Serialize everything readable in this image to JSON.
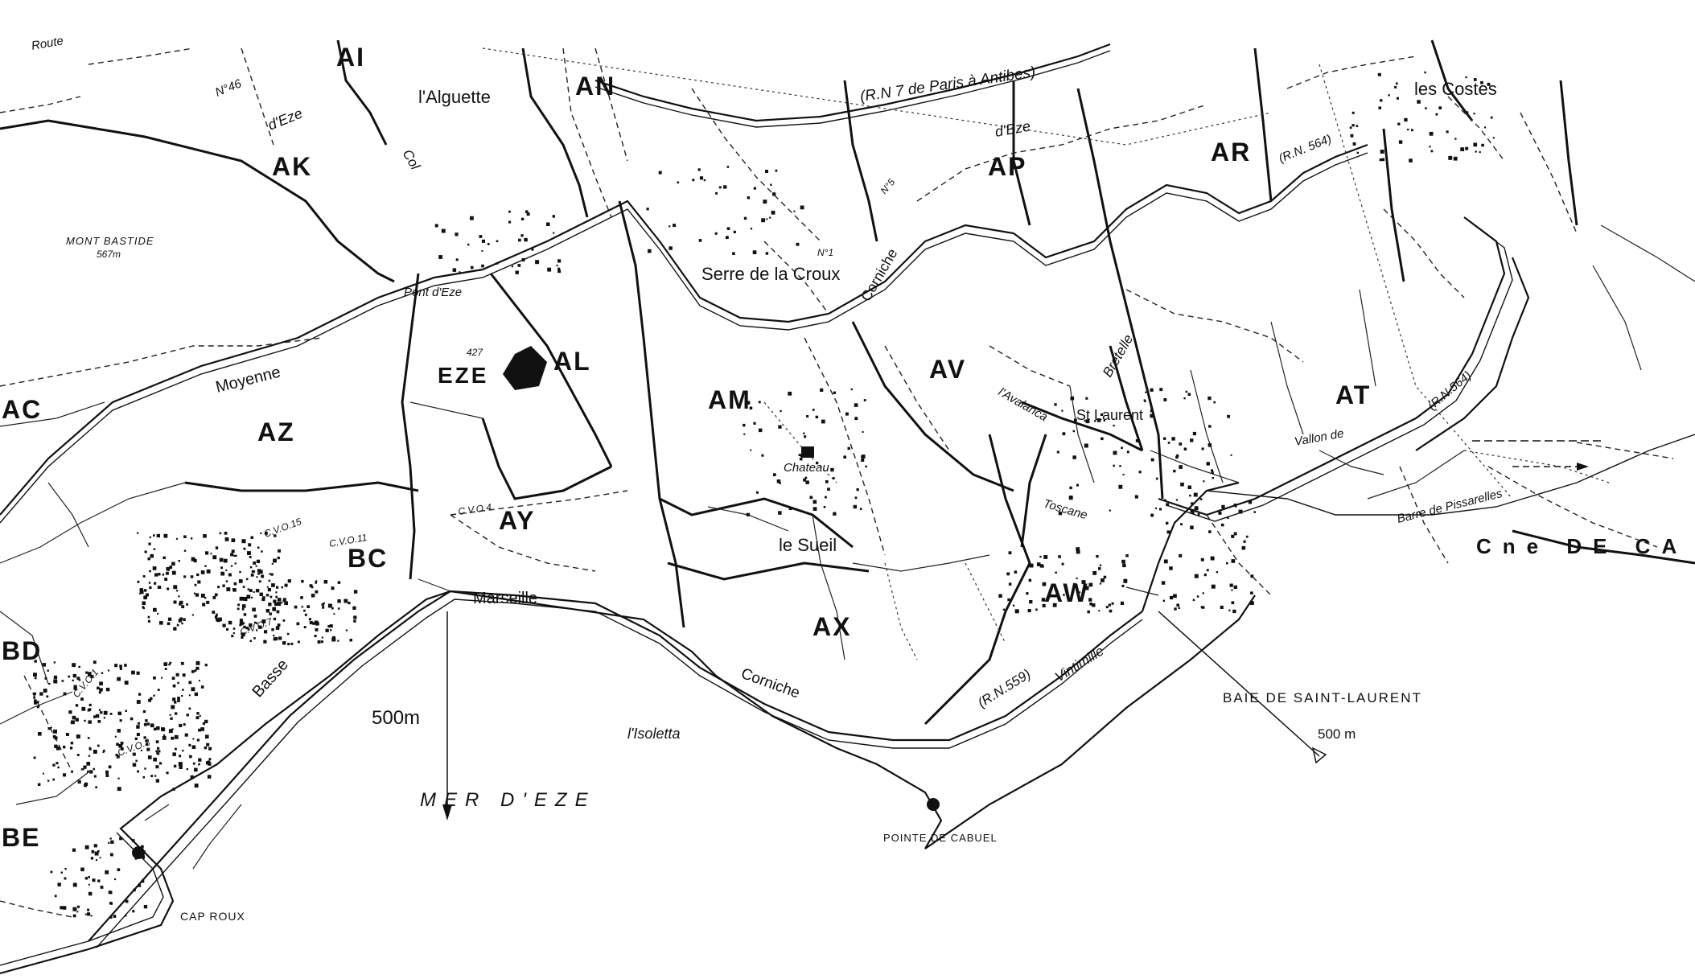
{
  "map": {
    "sections": [
      "AI",
      "AN",
      "AK",
      "AP",
      "AR",
      "AL",
      "AM",
      "AV",
      "AT",
      "AC",
      "AZ",
      "AY",
      "BC",
      "AX",
      "AW",
      "BD",
      "BE"
    ],
    "places": {
      "alguette": "l'Alguette",
      "eze": "EZE",
      "serre_croux": "Serre de la Croux",
      "chateau": "Chateau",
      "le_sueil": "le Sueil",
      "st_laurent": "St Laurent",
      "les_costes": "les Costes",
      "isoletta": "l'Isoletta",
      "mont_bastide": "MONT BASTIDE",
      "mont_bastide_alt": "567m",
      "alt_427": "427",
      "pont_eze": "Pont d'Eze",
      "pointe_cabuel": "POINTE DE CABUEL",
      "caproux": "CAP ROUX",
      "baie": "BAIE DE SAINT-LAURENT",
      "mer": "MER D'EZE",
      "commune": "Cne DE CA"
    },
    "roads": {
      "rn7": "(R.N 7 de Paris à Antibes)",
      "rn564": "(R.N. 564)",
      "rn564b": "(R.N.564)",
      "rn559": "(R.N.559)",
      "vintimille": "Vintimille",
      "marseille": "Marseille",
      "corniche": "Corniche",
      "corniche2": "Corniche",
      "moyenne": "Moyenne",
      "basse": "Basse",
      "deze": "d'Eze",
      "deze2": "d'Eze",
      "col_eze": "Col",
      "route": "Route",
      "dep46": "N°46",
      "no5": "N°5",
      "no1": "N°1",
      "bretelle": "Bretelle",
      "avalanca": "l'Avalanca",
      "vallon_de": "Vallon de",
      "barre_pissarelles": "Barre de Pissarelles",
      "toscane": "Toscane",
      "cvo4": "C.V.O.4",
      "cvo11": "C.V.O.11",
      "cvo15": "C.V.O.15",
      "cvo1": "C.V.O.1",
      "cvo3": "C.V.O.3",
      "cvo7": "C.V.O.7"
    },
    "scales": {
      "west": "500m",
      "east": "500 m"
    }
  }
}
